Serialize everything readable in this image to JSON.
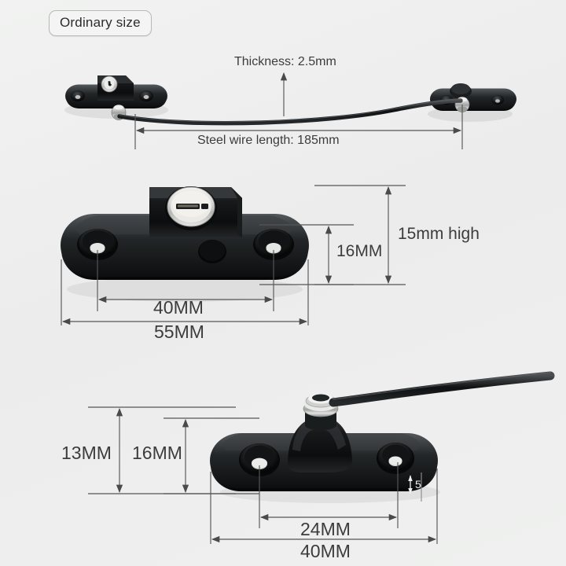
{
  "badge": {
    "label": "Ordinary size"
  },
  "sections": {
    "top": {
      "thickness_label": "Thickness: 2.5mm",
      "wire_length_label": "Steel wire length: 185mm"
    },
    "middle": {
      "width_inner_label": "40MM",
      "width_outer_label": "55MM",
      "height_inner_label": "16MM",
      "height_outer_label": "15mm high"
    },
    "bottom": {
      "height_outer_label": "13MM",
      "height_inner_label": "16MM",
      "width_inner_label": "24MM",
      "width_outer_label": "40MM",
      "plate_thickness_label": "5"
    }
  },
  "colors": {
    "background": "#eeefee",
    "text": "#3c3c3c",
    "line": "#5a5a5a",
    "product_black": "#121212",
    "chrome": "#cfd0cf"
  },
  "product": {
    "name": "window-restrictor-cable-lock",
    "parts": [
      "lock-body-plate",
      "key-cylinder",
      "steel-wire-cable",
      "anchor-plate",
      "chrome-ferrule",
      "countersunk-screw-hole"
    ]
  }
}
